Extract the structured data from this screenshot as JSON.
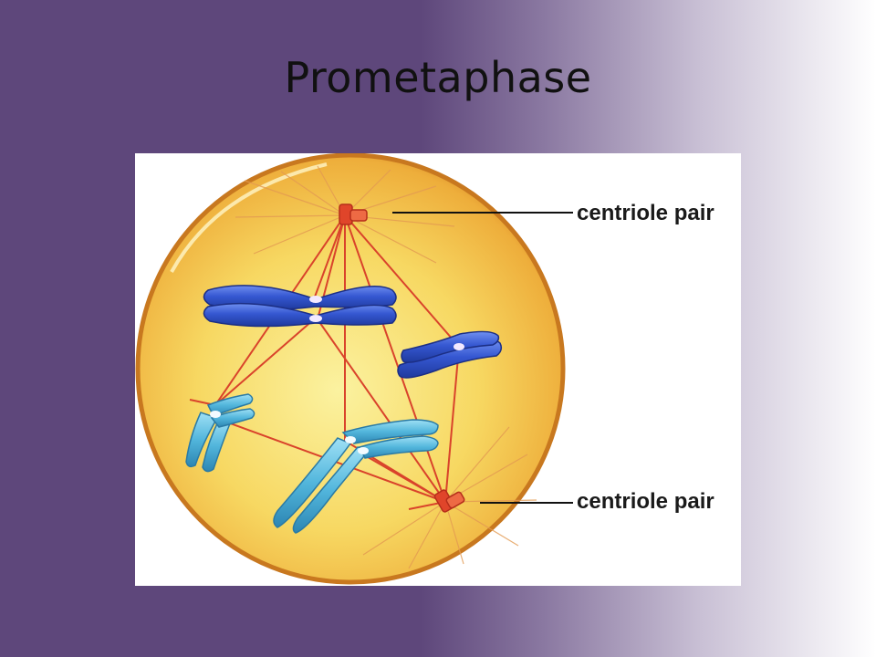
{
  "slide": {
    "title": "Prometaphase"
  },
  "diagram": {
    "labels": {
      "top_centriole": "centriole pair",
      "bottom_centriole": "centriole pair"
    },
    "colors": {
      "cell_fill": "#f5cf55",
      "cell_edge": "#c8781f",
      "spindle": "#d9432b",
      "centriole": "#e0452a",
      "chromosome_dark": "#2f55c9",
      "chromosome_light": "#4fb3d9"
    }
  }
}
